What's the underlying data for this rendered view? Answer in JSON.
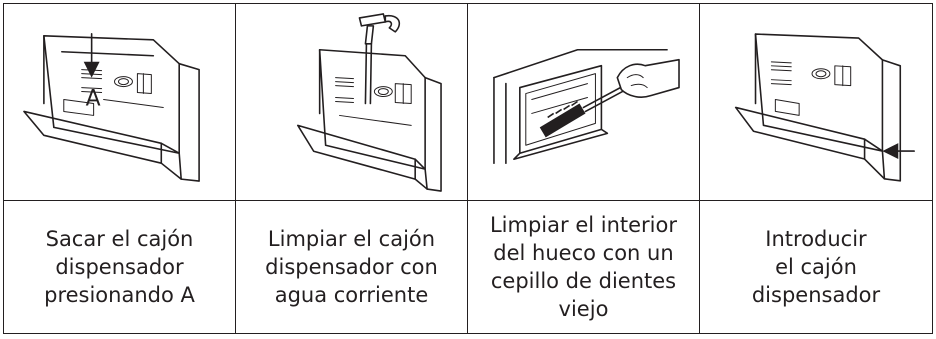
{
  "steps": [
    {
      "icon": "drawer-press-a-illustration",
      "label_a": "A",
      "caption": "Sacar el cajón\ndispensador\npresionando A"
    },
    {
      "icon": "drawer-faucet-illustration",
      "caption": "Limpiar el cajón\ndispensador con\nagua corriente"
    },
    {
      "icon": "brush-cleaning-illustration",
      "caption": "Limpiar el interior\ndel hueco con un\ncepillo de dientes\nviejo"
    },
    {
      "icon": "drawer-insert-illustration",
      "caption": "Introducir\nel cajón\ndispensador"
    }
  ]
}
